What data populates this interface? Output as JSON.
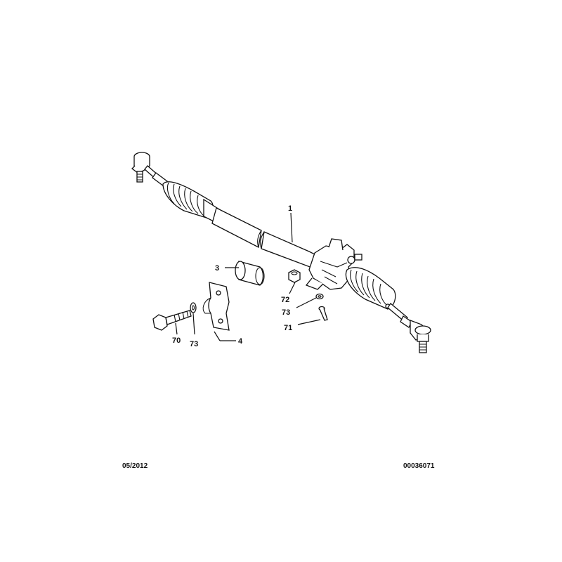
{
  "callouts": {
    "c1": "1",
    "c3": "3",
    "c4": "4",
    "c70": "70",
    "c71": "71",
    "c72": "72",
    "c73a": "73",
    "c73b": "73"
  },
  "footer": {
    "date": "05/2012",
    "ref": "00036071"
  }
}
